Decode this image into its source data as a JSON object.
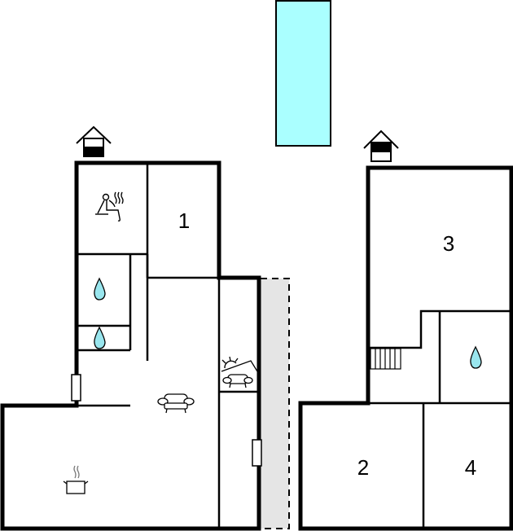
{
  "plan": {
    "type": "floor-plan",
    "colors": {
      "wall": "#000000",
      "pool": "#aaffff",
      "terrace": "#e5e5e5",
      "water_icon": "#99e6ee",
      "background": "#ffffff"
    },
    "rooms": [
      {
        "id": "bedroom-1",
        "label": "1"
      },
      {
        "id": "bedroom-2",
        "label": "2"
      },
      {
        "id": "bedroom-3",
        "label": "3"
      },
      {
        "id": "bedroom-4",
        "label": "4"
      }
    ],
    "icons": [
      {
        "name": "entrance-house-icon",
        "floor": "ground"
      },
      {
        "name": "entrance-house-icon",
        "floor": "upper"
      },
      {
        "name": "sauna-icon"
      },
      {
        "name": "bathroom-water-drop-icon"
      },
      {
        "name": "toilet-water-drop-icon"
      },
      {
        "name": "bathroom-water-drop-icon-upper"
      },
      {
        "name": "living-room-armchair-icon"
      },
      {
        "name": "conservatory-sun-armchair-icon"
      },
      {
        "name": "kitchen-pot-icon"
      },
      {
        "name": "stairs-icon"
      },
      {
        "name": "swimming-pool"
      }
    ]
  }
}
